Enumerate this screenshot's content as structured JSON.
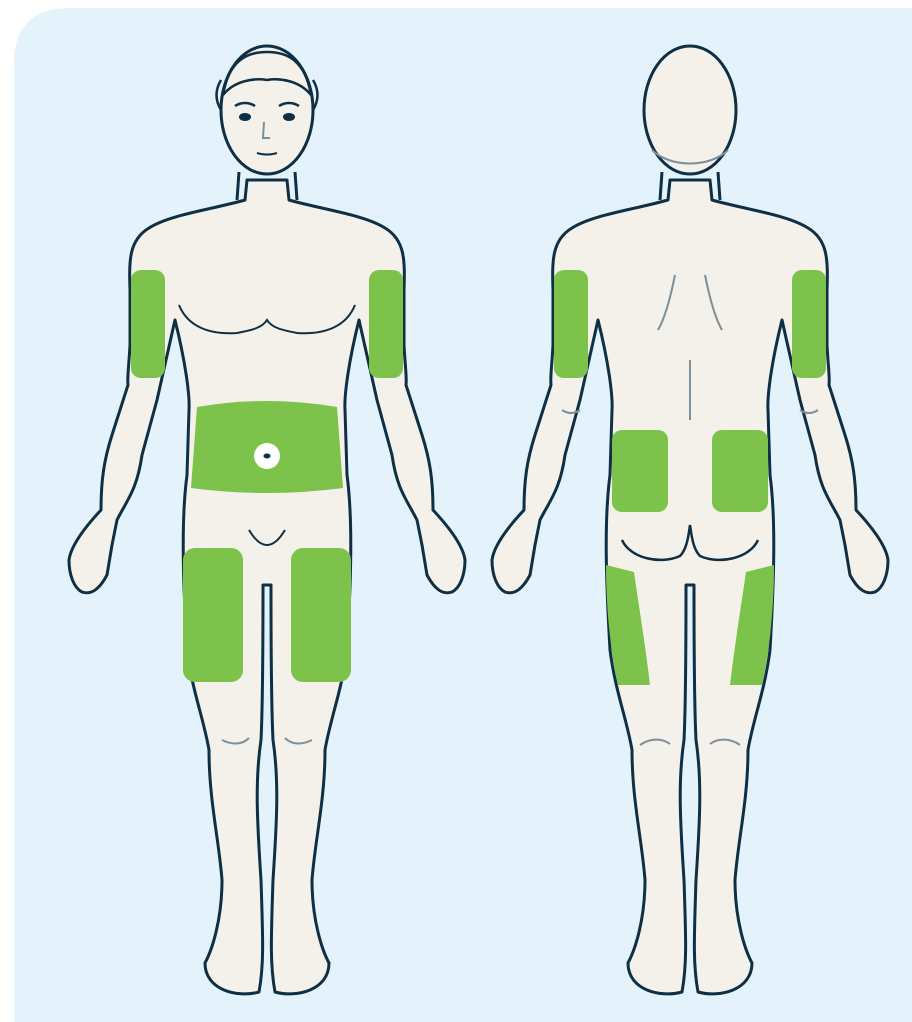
{
  "colors": {
    "background": "#e4f2fb",
    "page": "#ffffff",
    "skin": "#f4f1ea",
    "outline": "#0e2f44",
    "detail": "#7d8f99",
    "injection_site": "#7dc24b"
  },
  "figures": [
    {
      "view": "front",
      "highlighted_sites": [
        "left-upper-arm",
        "right-upper-arm",
        "abdomen",
        "left-thigh",
        "right-thigh"
      ]
    },
    {
      "view": "back",
      "highlighted_sites": [
        "left-upper-arm",
        "right-upper-arm",
        "left-buttock",
        "right-buttock",
        "left-thigh",
        "right-thigh"
      ]
    }
  ],
  "icons": {
    "navel": "navel-icon"
  }
}
